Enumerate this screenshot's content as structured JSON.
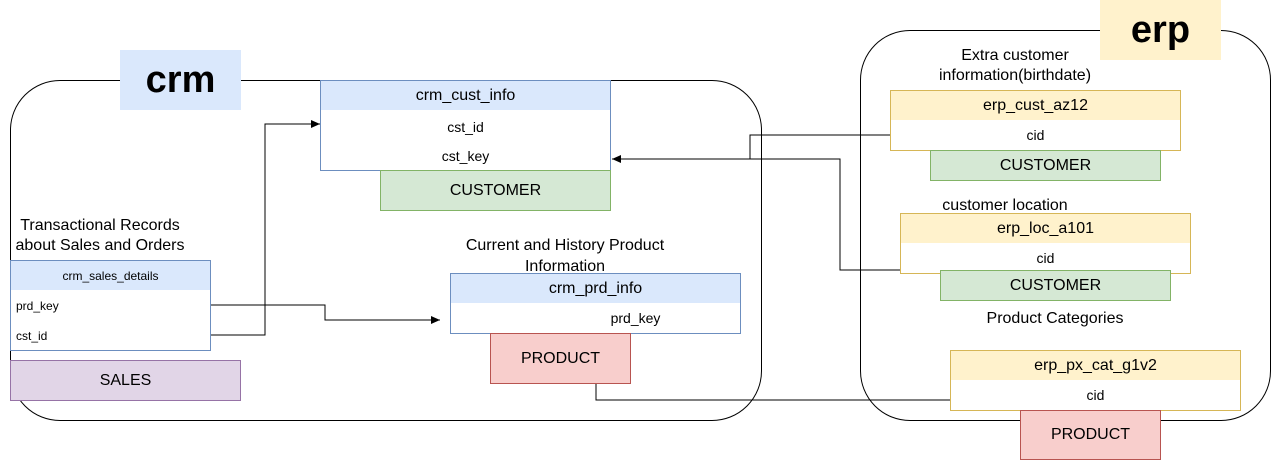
{
  "groups": {
    "crm": {
      "tag": "crm"
    },
    "erp": {
      "tag": "erp"
    }
  },
  "entities": {
    "crm_cust_info": {
      "title": "crm_cust_info",
      "fields": [
        "cst_id",
        "cst_key"
      ],
      "badge": "CUSTOMER"
    },
    "crm_sales_details": {
      "title": "crm_sales_details",
      "fields": [
        "prd_key",
        "cst_id"
      ],
      "badge": "SALES"
    },
    "crm_prd_info": {
      "title": "crm_prd_info",
      "fields": [
        "prd_key"
      ],
      "badge": "PRODUCT"
    },
    "erp_cust_az12": {
      "title": "erp_cust_az12",
      "fields": [
        "cid"
      ],
      "badge": "CUSTOMER"
    },
    "erp_loc_a101": {
      "title": "erp_loc_a101",
      "fields": [
        "cid"
      ],
      "badge": "CUSTOMER"
    },
    "erp_px_cat_g1v2": {
      "title": "erp_px_cat_g1v2",
      "fields": [
        "cid"
      ],
      "badge": "PRODUCT"
    }
  },
  "labels": {
    "sales_desc_1": "Transactional Records",
    "sales_desc_2": "about Sales and Orders",
    "prd_desc_1": "Current and History Product",
    "prd_desc_2": "Information",
    "cust_az12_desc_1": "Extra customer",
    "cust_az12_desc_2": "information(birthdate)",
    "loc_desc": "customer location",
    "cat_desc": "Product Categories"
  },
  "colors": {
    "blue_fill": "#dae8fc",
    "blue_stroke": "#6c8ebf",
    "yellow_fill": "#fff2cc",
    "yellow_stroke": "#d6b656",
    "green_fill": "#d5e8d4",
    "red_fill": "#f8cecc",
    "purple_fill": "#e1d5e7"
  }
}
